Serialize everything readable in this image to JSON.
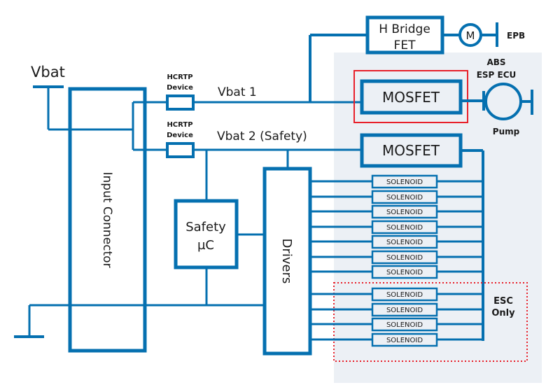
{
  "colors": {
    "wire": "#0570b0",
    "ecu_region": "#ecf0f5",
    "highlight_red": "#e8202a"
  },
  "labels": {
    "vbat": "Vbat",
    "hcrtp1_line1": "HCRTP",
    "hcrtp1_line2": "Device",
    "hcrtp2_line1": "HCRTP",
    "hcrtp2_line2": "Device",
    "vbat1": "Vbat 1",
    "vbat2": "Vbat 2 (Safety)",
    "input_connector": "Input Connector",
    "safety_uc_line1": "Safety",
    "safety_uc_line2": "µC",
    "drivers": "Drivers",
    "hbridge_line1": "H Bridge",
    "hbridge_line2": "FET",
    "motor": "M",
    "epb": "EPB",
    "ecu_line1": "ABS",
    "ecu_line2": "ESP ECU",
    "mosfet_pump": "MOSFET",
    "mosfet_solenoid": "MOSFET",
    "pump": "Pump",
    "esc_line1": "ESC",
    "esc_line2": "Only"
  },
  "solenoids": [
    "SOLENOID",
    "SOLENOID",
    "SOLENOID",
    "SOLENOID",
    "SOLENOID",
    "SOLENOID",
    "SOLENOID",
    "SOLENOID",
    "SOLENOID",
    "SOLENOID",
    "SOLENOID"
  ]
}
